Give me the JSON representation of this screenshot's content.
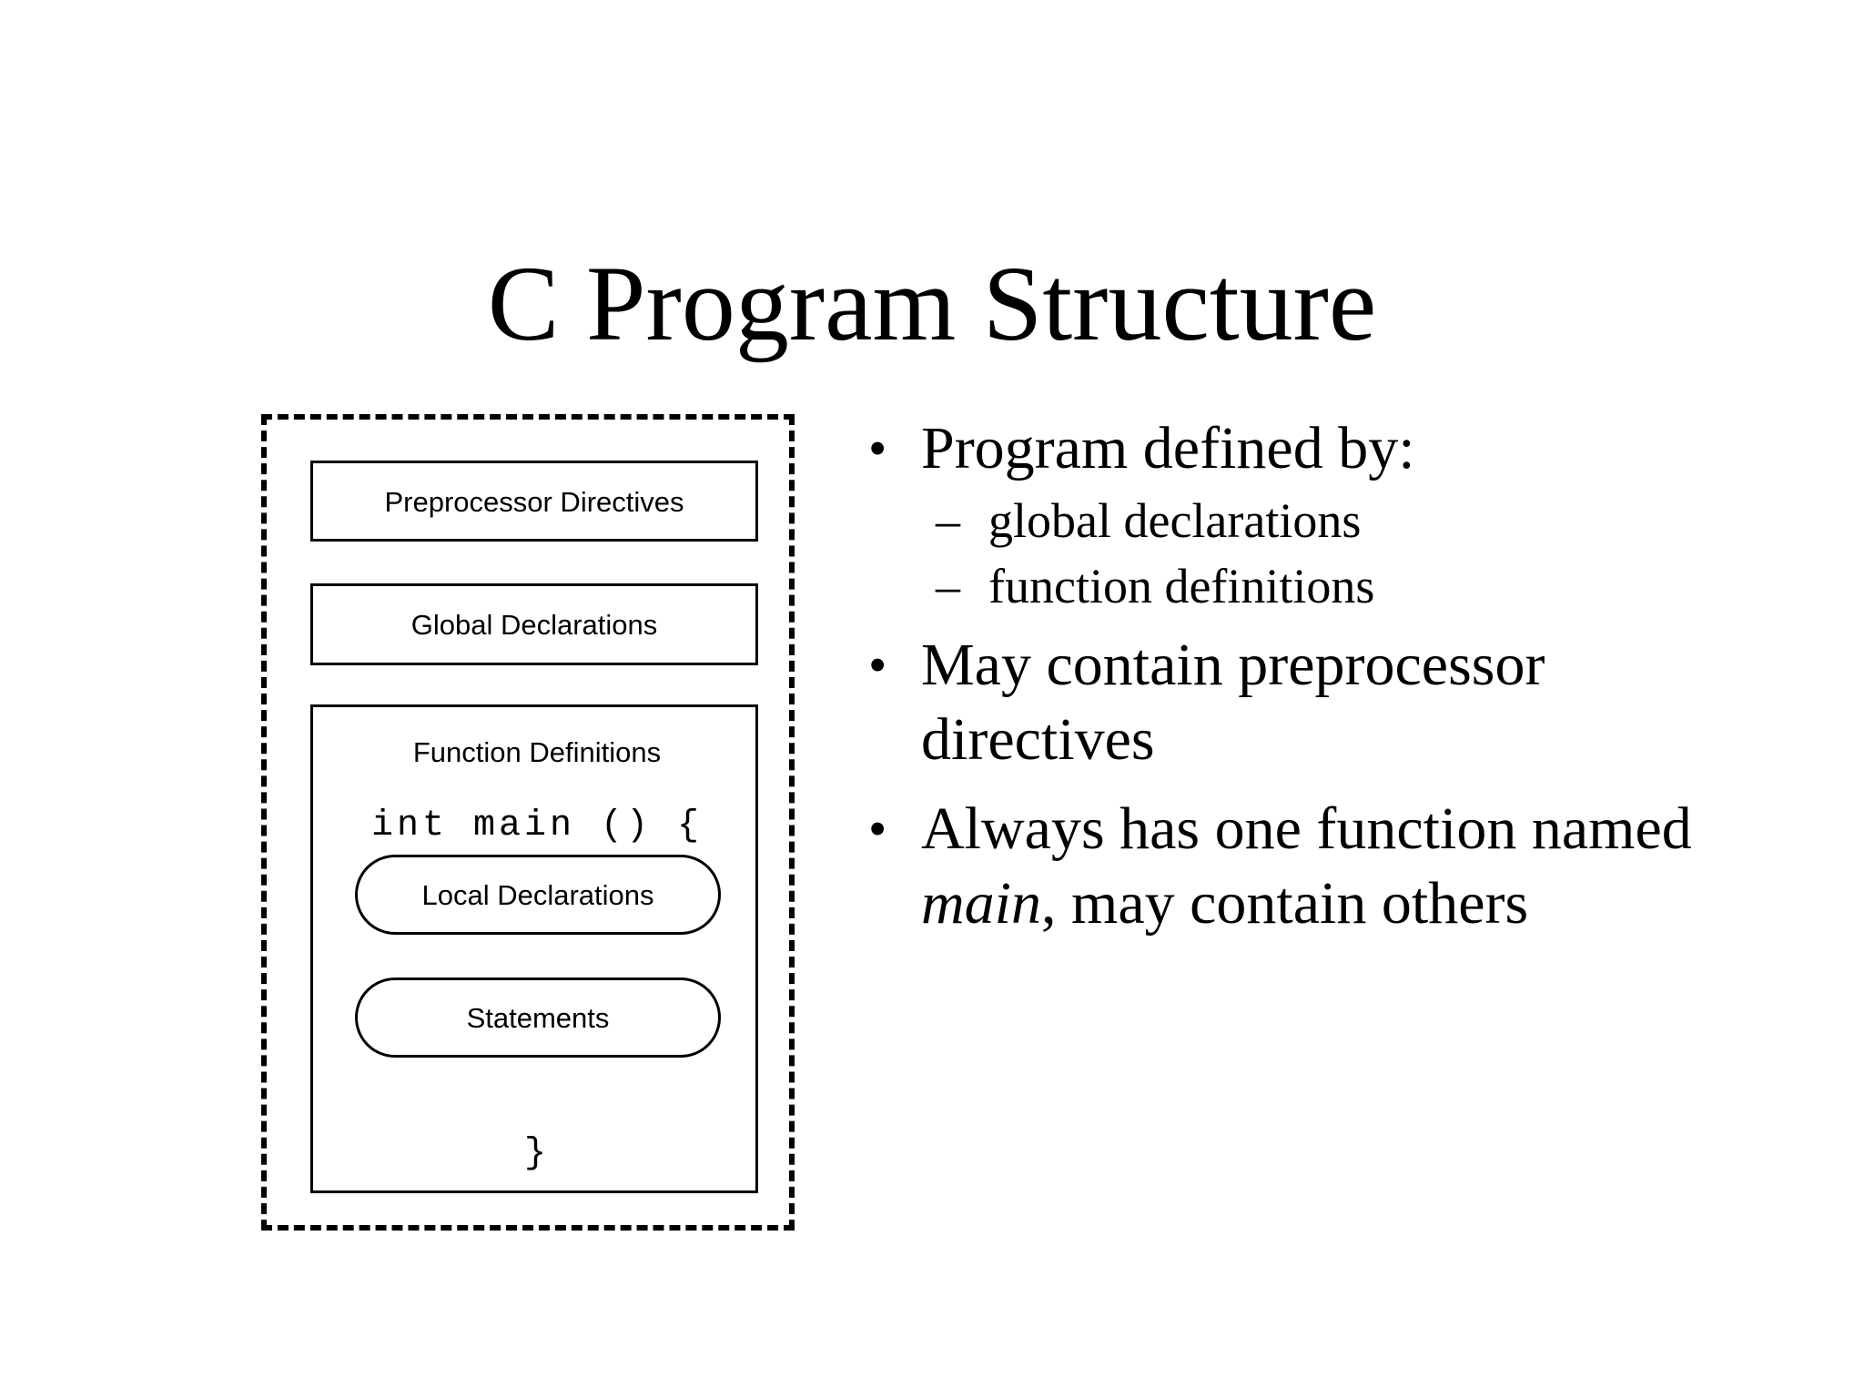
{
  "slide": {
    "title": "C Program Structure",
    "background_color": "#ffffff",
    "text_color": "#000000"
  },
  "diagram": {
    "outer_label": "program-outline-dashed",
    "boxes": [
      {
        "label": "Preprocessor Directives"
      },
      {
        "label": "Global Declarations"
      },
      {
        "label": "Function Definitions"
      }
    ],
    "code": {
      "open_line": "int main () {",
      "close_line": "}"
    },
    "pills": [
      {
        "label": "Local Declarations"
      },
      {
        "label": "Statements"
      }
    ]
  },
  "bullets": {
    "marker_level1": "•",
    "marker_level2": "–",
    "items": [
      {
        "text": "Program defined by:",
        "subitems": [
          {
            "text": "global declarations"
          },
          {
            "text": "function definitions"
          }
        ]
      },
      {
        "text": "May contain preprocessor directives",
        "subitems": []
      },
      {
        "text_parts": {
          "before": "Always has one function named ",
          "italic": "main",
          "after": ", may contain others"
        },
        "subitems": []
      }
    ]
  }
}
